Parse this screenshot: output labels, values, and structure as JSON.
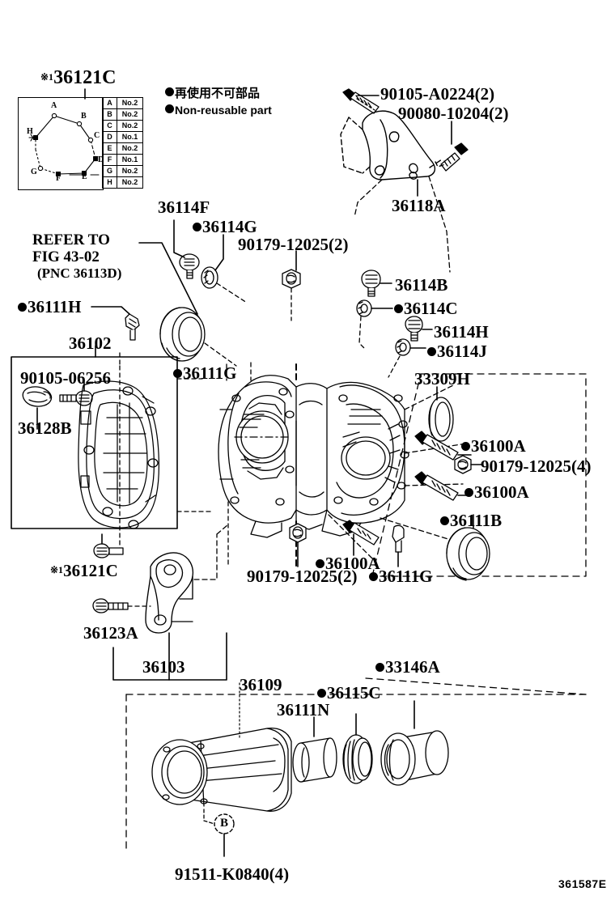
{
  "figure": {
    "id": "361587E",
    "title_part": "36121C",
    "star_mark": "※1"
  },
  "legend": {
    "jp": "再使用不可部品",
    "en": "Non-reusable part",
    "bullet": "filled-circle"
  },
  "sequence_table": {
    "rows": [
      {
        "key": "A",
        "value": "No.2"
      },
      {
        "key": "B",
        "value": "No.2"
      },
      {
        "key": "C",
        "value": "No.2"
      },
      {
        "key": "D",
        "value": "No.1"
      },
      {
        "key": "E",
        "value": "No.2"
      },
      {
        "key": "F",
        "value": "No.1"
      },
      {
        "key": "G",
        "value": "No.2"
      },
      {
        "key": "H",
        "value": "No.2"
      }
    ],
    "nodes": [
      "A",
      "B",
      "C",
      "D",
      "E",
      "F",
      "G",
      "H"
    ]
  },
  "reference": {
    "line1": "REFER TO",
    "line2": "FIG 43-02",
    "line3": "(PNC 36113D)"
  },
  "callouts": [
    {
      "id": "c-90105-A0224",
      "text": "90105-A0224(2)",
      "nonreusable": false
    },
    {
      "id": "c-90080-10204",
      "text": "90080-10204(2)",
      "nonreusable": false
    },
    {
      "id": "c-36118A",
      "text": "36118A",
      "nonreusable": false
    },
    {
      "id": "c-36114F",
      "text": "36114F",
      "nonreusable": false
    },
    {
      "id": "c-36114G",
      "text": "36114G",
      "nonreusable": true
    },
    {
      "id": "c-90179-12025-2a",
      "text": "90179-12025(2)",
      "nonreusable": false
    },
    {
      "id": "c-36114B",
      "text": "36114B",
      "nonreusable": false
    },
    {
      "id": "c-36114C",
      "text": "36114C",
      "nonreusable": true
    },
    {
      "id": "c-36114H",
      "text": "36114H",
      "nonreusable": false
    },
    {
      "id": "c-36114J",
      "text": "36114J",
      "nonreusable": true
    },
    {
      "id": "c-36111H",
      "text": "36111H",
      "nonreusable": true
    },
    {
      "id": "c-36102",
      "text": "36102",
      "nonreusable": false
    },
    {
      "id": "c-90105-06256",
      "text": "90105-06256",
      "nonreusable": false
    },
    {
      "id": "c-36128B",
      "text": "36128B",
      "nonreusable": false
    },
    {
      "id": "c-36111G-left",
      "text": "36111G",
      "nonreusable": true
    },
    {
      "id": "c-33309H",
      "text": "33309H",
      "nonreusable": false
    },
    {
      "id": "c-36100A-top",
      "text": "36100A",
      "nonreusable": true
    },
    {
      "id": "c-90179-12025-4",
      "text": "90179-12025(4)",
      "nonreusable": false
    },
    {
      "id": "c-36100A-mid",
      "text": "36100A",
      "nonreusable": true
    },
    {
      "id": "c-36111B",
      "text": "36111B",
      "nonreusable": true
    },
    {
      "id": "c-90179-12025-2b",
      "text": "90179-12025(2)",
      "nonreusable": false
    },
    {
      "id": "c-36100A-bot",
      "text": "36100A",
      "nonreusable": true
    },
    {
      "id": "c-36111G-bot",
      "text": "36111G",
      "nonreusable": true
    },
    {
      "id": "c-36121C-bot",
      "text": "36121C",
      "nonreusable": false,
      "star": "※1"
    },
    {
      "id": "c-36123A",
      "text": "36123A",
      "nonreusable": false
    },
    {
      "id": "c-36103",
      "text": "36103",
      "nonreusable": false
    },
    {
      "id": "c-36109",
      "text": "36109",
      "nonreusable": false
    },
    {
      "id": "c-36111N",
      "text": "36111N",
      "nonreusable": false
    },
    {
      "id": "c-36115C",
      "text": "36115C",
      "nonreusable": true
    },
    {
      "id": "c-33146A",
      "text": "33146A",
      "nonreusable": true
    },
    {
      "id": "c-91511-K0840",
      "text": "91511-K0840(4)",
      "nonreusable": false
    },
    {
      "id": "marker-b",
      "text": "B",
      "nonreusable": false
    }
  ],
  "colors": {
    "ink": "#000000",
    "paper": "#ffffff"
  }
}
